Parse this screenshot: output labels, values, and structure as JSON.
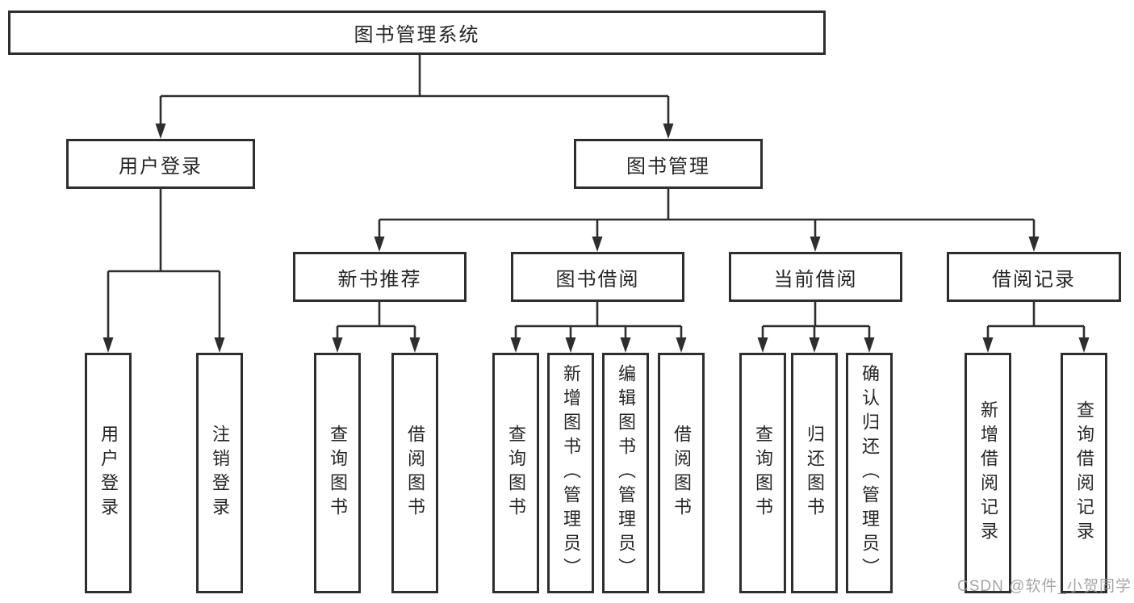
{
  "title": "图书管理系统",
  "watermark": "CSDN @软件_小贺同学",
  "colors": {
    "line": "#2e2e2e",
    "box_border": "#2e2e2e",
    "text": "#262626",
    "background": "#ffffff",
    "watermark": "#9c9c9c"
  },
  "tree": {
    "label": "图书管理系统",
    "children": [
      {
        "label": "用户登录",
        "children": [
          {
            "label": "用户登录"
          },
          {
            "label": "注销登录"
          }
        ]
      },
      {
        "label": "图书管理",
        "children": [
          {
            "label": "新书推荐",
            "children": [
              {
                "label": "查询图书"
              },
              {
                "label": "借阅图书"
              }
            ]
          },
          {
            "label": "图书借阅",
            "children": [
              {
                "label": "查询图书"
              },
              {
                "label": "新增图书（管理员）"
              },
              {
                "label": "编辑图书（管理员）"
              },
              {
                "label": "借阅图书"
              }
            ]
          },
          {
            "label": "当前借阅",
            "children": [
              {
                "label": "查询图书"
              },
              {
                "label": "归还图书"
              },
              {
                "label": "确认归还（管理员）"
              }
            ]
          },
          {
            "label": "借阅记录",
            "children": [
              {
                "label": "新增借阅记录"
              },
              {
                "label": "查询借阅记录"
              }
            ]
          }
        ]
      }
    ]
  }
}
